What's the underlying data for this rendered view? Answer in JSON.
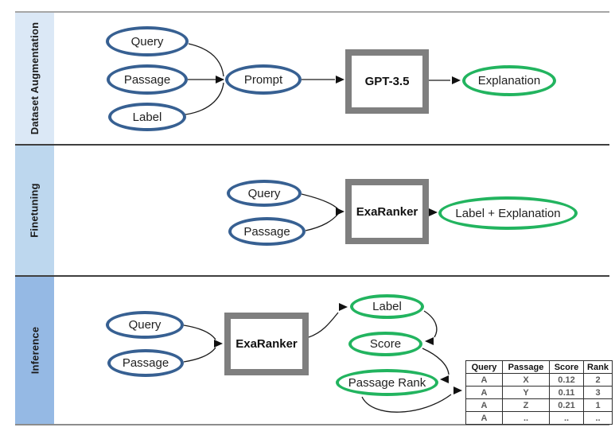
{
  "figure": {
    "bands": [
      {
        "label": "Dataset Augmentation",
        "nodes": {
          "query": "Query",
          "passage": "Passage",
          "gold_label": "Label",
          "prompt": "Prompt",
          "model": "GPT-3.5",
          "output": "Explanation"
        }
      },
      {
        "label": "Finetuning",
        "nodes": {
          "query": "Query",
          "passage": "Passage",
          "model": "ExaRanker",
          "output": "Label + Explanation"
        }
      },
      {
        "label": "Inference",
        "nodes": {
          "query": "Query",
          "passage": "Passage",
          "model": "ExaRanker",
          "output_label": "Label",
          "output_score": "Score",
          "output_rank": "Passage Rank"
        },
        "table": {
          "headers": [
            "Query",
            "Passage",
            "Score",
            "Rank"
          ],
          "rows": [
            [
              "A",
              "X",
              "0.12",
              "2"
            ],
            [
              "A",
              "Y",
              "0.11",
              "3"
            ],
            [
              "A",
              "Z",
              "0.21",
              "1"
            ],
            [
              "A",
              "..",
              "..",
              ".."
            ]
          ]
        }
      }
    ],
    "colors": {
      "input_node_border": "#376092",
      "output_node_border": "#22b45f",
      "model_box_border": "#7f7f7f",
      "band_backgrounds": [
        "#dbe8f6",
        "#bdd7ee",
        "#95b9e4"
      ],
      "separator_dark": "#3f3f3f",
      "separator_gray": "#a6a6a6"
    }
  }
}
